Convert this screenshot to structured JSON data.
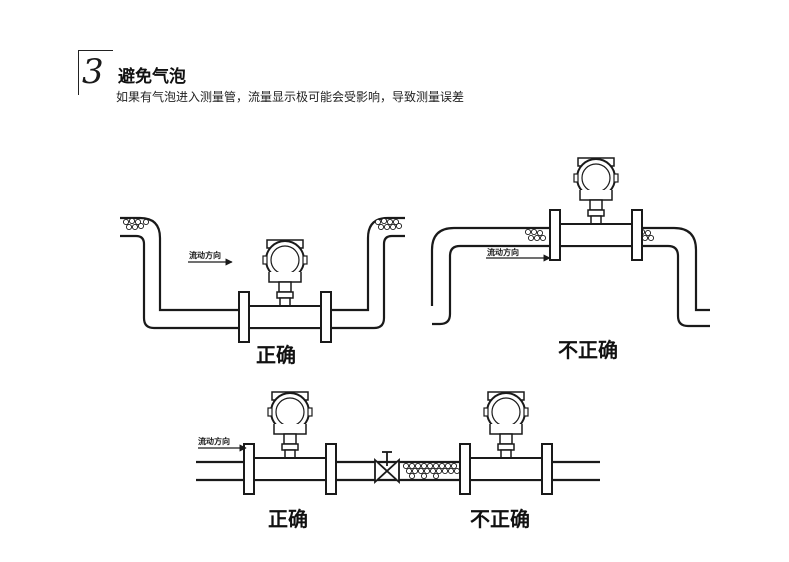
{
  "header": {
    "number": "3",
    "title": "避免气泡",
    "subtitle": "如果有气泡进入测量管，流量显示极可能会受影响，导致测量误差"
  },
  "diagrams": {
    "top_left": {
      "flow_label": "流动方向",
      "verdict": "正确"
    },
    "top_right": {
      "flow_label": "流动方向",
      "verdict": "不正确"
    },
    "bottom": {
      "flow_label": "流动方向",
      "left_verdict": "正确",
      "right_verdict": "不正确"
    }
  },
  "colors": {
    "line": "#1a1a1a",
    "bubble_fill": "#ffffff"
  }
}
